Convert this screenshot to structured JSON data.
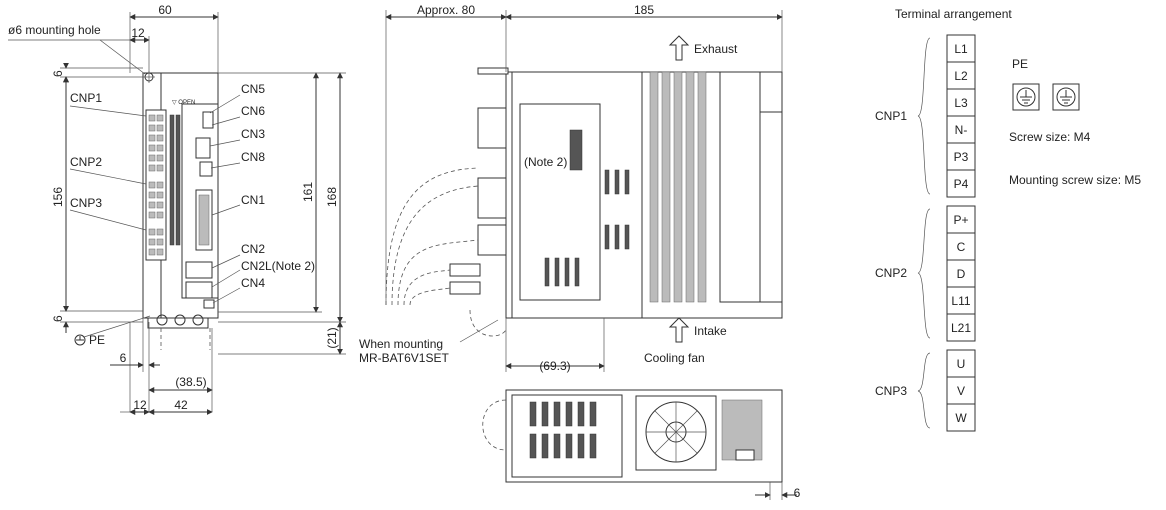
{
  "front": {
    "dims": {
      "width_top": "60",
      "hole_offset": "12",
      "margin_top": "6",
      "height_main": "156",
      "margin_bottom": "6",
      "left_off": "6",
      "bottom_3": "(38.5)",
      "bottom_12": "12",
      "bottom_42": "42",
      "right_161": "161",
      "right_168": "168",
      "right_21": "(21)"
    },
    "labels": {
      "mounting_hole": "ø6 mounting hole",
      "cnp1": "CNP1",
      "cnp2": "CNP2",
      "cnp3": "CNP3",
      "cn5": "CN5",
      "cn6": "CN6",
      "cn3": "CN3",
      "cn8": "CN8",
      "cn1": "CN1",
      "cn2": "CN2",
      "cn2l": "CN2L(Note 2)",
      "cn4": "CN4",
      "pe": "PE",
      "open": "▽ OPEN"
    }
  },
  "side": {
    "dims": {
      "approx": "Approx. 80",
      "depth": "185",
      "bat_dim": "(69.3)",
      "bottom_6": "6"
    },
    "labels": {
      "exhaust": "Exhaust",
      "intake": "Intake",
      "cooling_fan": "Cooling fan",
      "note2": "(Note 2)",
      "mounting_1": "When mounting",
      "mounting_2": "MR-BAT6V1SET"
    }
  },
  "terminal": {
    "title": "Terminal arrangement",
    "pe": "PE",
    "screw": "Screw size: M4",
    "mount_screw": "Mounting screw size: M5",
    "groups": [
      {
        "name": "CNP1",
        "items": [
          "L1",
          "L2",
          "L3",
          "N-",
          "P3",
          "P4"
        ]
      },
      {
        "name": "CNP2",
        "items": [
          "P+",
          "C",
          "D",
          "L11",
          "L21"
        ]
      },
      {
        "name": "CNP3",
        "items": [
          "U",
          "V",
          "W"
        ]
      }
    ]
  }
}
